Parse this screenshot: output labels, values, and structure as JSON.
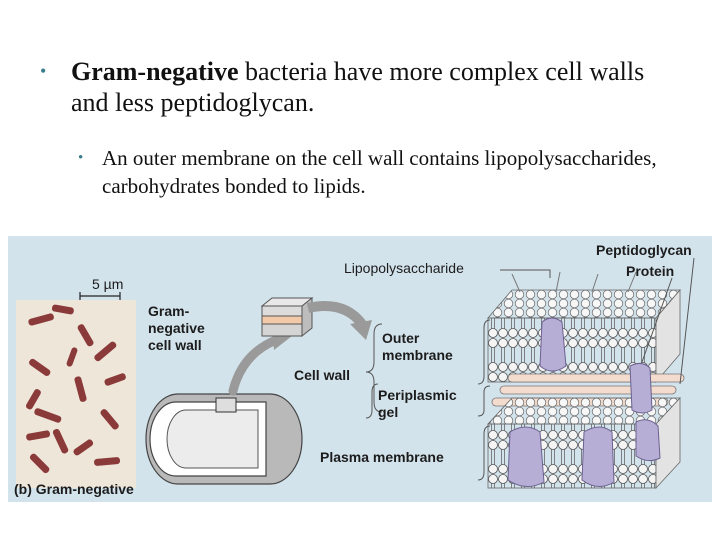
{
  "slide": {
    "bullet1": {
      "bold": "Gram-negative",
      "rest": " bacteria have more complex cell walls and less peptidoglycan."
    },
    "bullet2": {
      "text": "An outer membrane on the cell wall contains lipopolysaccharides, carbohydrates bonded to lipids."
    }
  },
  "figure": {
    "scale_bar": "5 µm",
    "gram_label": [
      "Gram-",
      "negative",
      "cell wall"
    ],
    "cell_wall": "Cell wall",
    "lipopolysaccharide": "Lipopolysaccharide",
    "peptidoglycan": "Peptidoglycan",
    "protein": "Protein",
    "outer_membrane": [
      "Outer",
      "membrane"
    ],
    "periplasmic_gel": [
      "Periplasmic",
      "gel"
    ],
    "plasma_membrane": "Plasma membrane",
    "caption": "(b) Gram-negative"
  },
  "colors": {
    "accent": "#3a7d8c",
    "figure_bg": "#d3e3ec",
    "protein": "#b7aed6",
    "stain": "#8b3a3a"
  }
}
